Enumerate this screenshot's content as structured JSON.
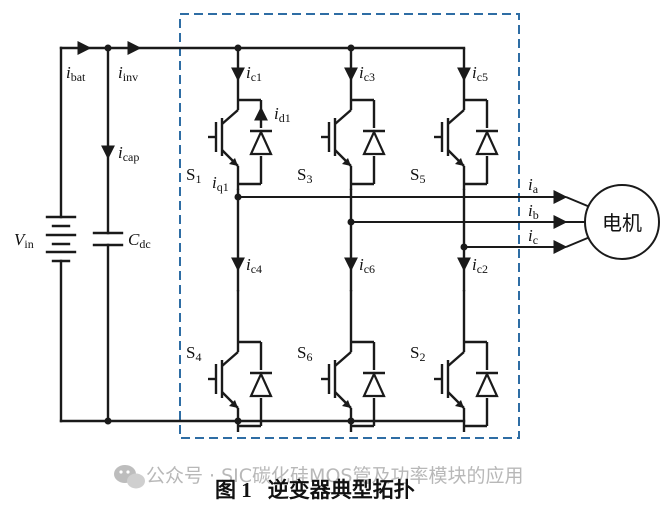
{
  "labels": {
    "i_bat": "bat",
    "i_inv": "inv",
    "i_cap": "cap",
    "V_in": "in",
    "C_dc": "dc",
    "i_c1": "c1",
    "i_c3": "c3",
    "i_c5": "c5",
    "i_c4": "c4",
    "i_c6": "c6",
    "i_c2": "c2",
    "i_d1": "d1",
    "i_q1": "q1",
    "S1": "1",
    "S3": "3",
    "S5": "5",
    "S4": "4",
    "S6": "6",
    "S2": "2",
    "i_a": "a",
    "i_b": "b",
    "i_c": "c"
  },
  "motor_label": "电机",
  "caption": {
    "number": "图 1",
    "title": "逆变器典型拓扑"
  },
  "watermark": "公众号 · SIC碳化硅MOS管及功率模块的应用",
  "colors": {
    "wire": "#1a1a1a",
    "dash_box": "#2e6da4",
    "watermark": "#b8b8b8"
  }
}
